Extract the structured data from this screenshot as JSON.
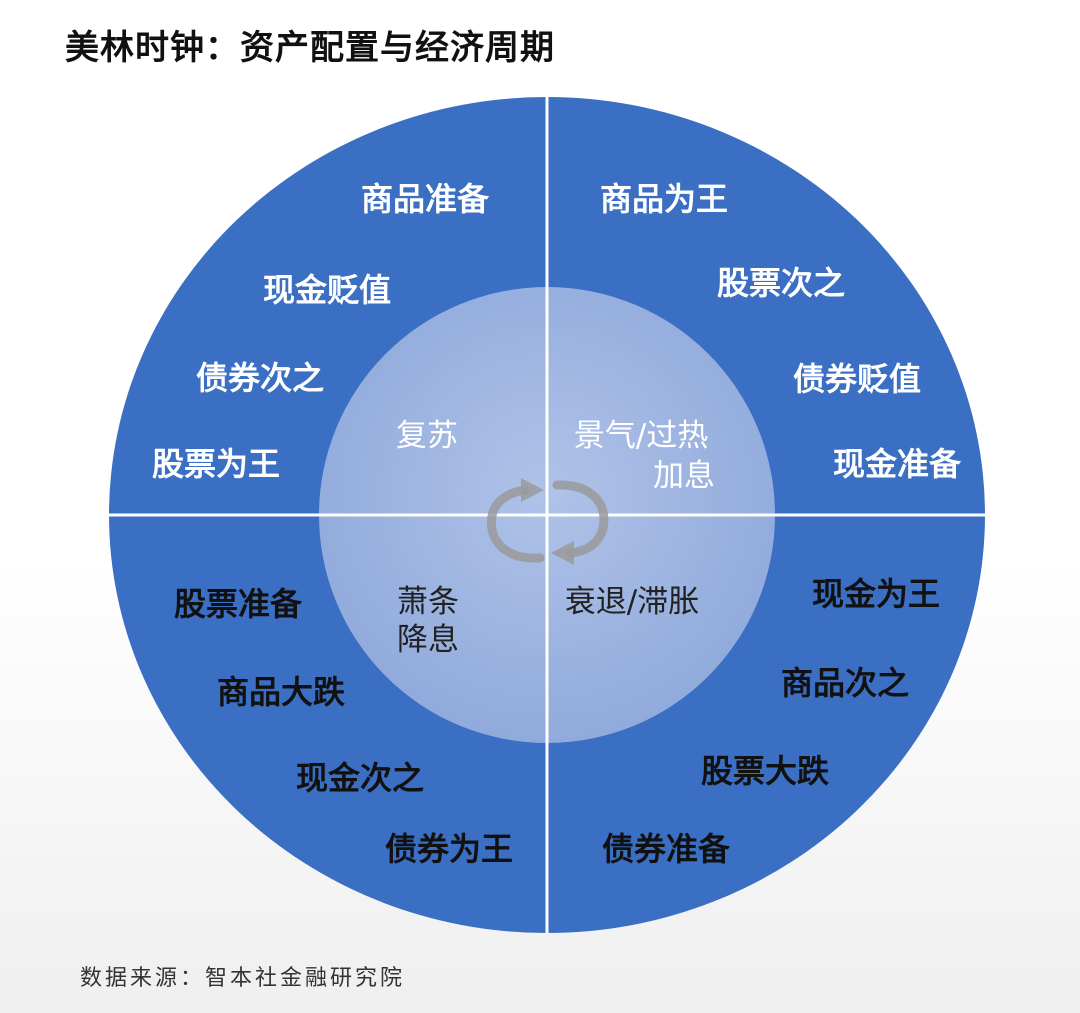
{
  "title": "美林时钟：资产配置与经济周期",
  "source": "数据来源：智本社金融研究院",
  "colors": {
    "outer_ring": "#3a6fc4",
    "inner_circle": "#a4b9e2",
    "divider": "#ffffff",
    "arrow": "#8c8c8c"
  },
  "quadrants": {
    "top_left": {
      "phase": "复苏",
      "phase_sub": "",
      "items": [
        "商品准备",
        "现金贬值",
        "债券次之",
        "股票为王"
      ]
    },
    "top_right": {
      "phase": "景气/过热",
      "phase_sub": "加息",
      "items": [
        "商品为王",
        "股票次之",
        "债券贬值",
        "现金准备"
      ]
    },
    "bottom_left": {
      "phase": "萧条",
      "phase_sub": "降息",
      "items": [
        "股票准备",
        "商品大跌",
        "现金次之",
        "债券为王"
      ]
    },
    "bottom_right": {
      "phase": "衰退/滞胀",
      "phase_sub": "",
      "items": [
        "现金为王",
        "商品次之",
        "股票大跌",
        "债券准备"
      ]
    }
  },
  "center_icon": "cycle-arrows-icon"
}
